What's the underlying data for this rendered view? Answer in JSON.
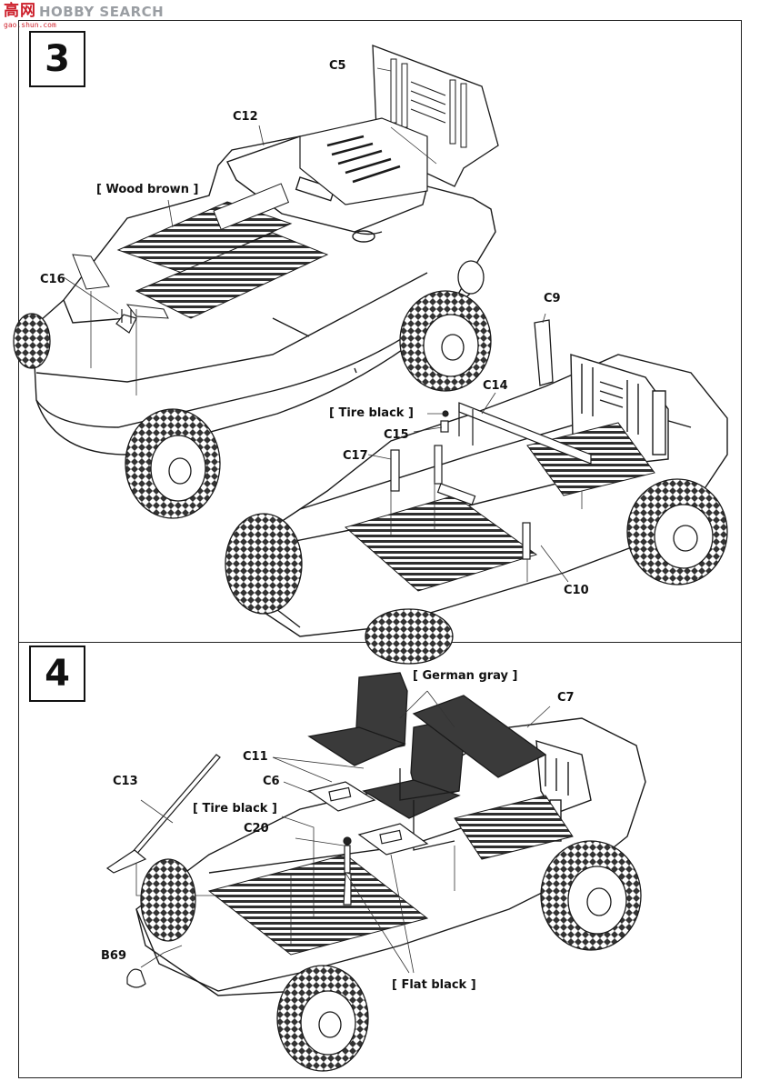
{
  "watermark": {
    "logo": "高网",
    "text": "HOBBY SEARCH",
    "sub": "gao.shun.com"
  },
  "steps": [
    {
      "number": "3"
    },
    {
      "number": "4"
    }
  ],
  "step3": {
    "parts": {
      "c5": "C5",
      "c12": "C12",
      "c16": "C16",
      "c9": "C9",
      "c14": "C14",
      "c15": "C15",
      "c17": "C17",
      "c10": "C10"
    },
    "paints": {
      "wood": "[ Wood brown ]",
      "tire": "[ Tire black ]"
    }
  },
  "step4": {
    "parts": {
      "c7": "C7",
      "c11": "C11",
      "c6": "C6",
      "c13": "C13",
      "c20": "C20",
      "b69": "B69"
    },
    "paints": {
      "german": "[ German gray ]",
      "tire": "[ Tire black ]",
      "flat": "[ Flat black ]"
    }
  },
  "colors": {
    "line": "#1a1a1a",
    "seat_gray": "#3a3a3a",
    "tire": "#2a2a2a",
    "wood": "#444444"
  }
}
